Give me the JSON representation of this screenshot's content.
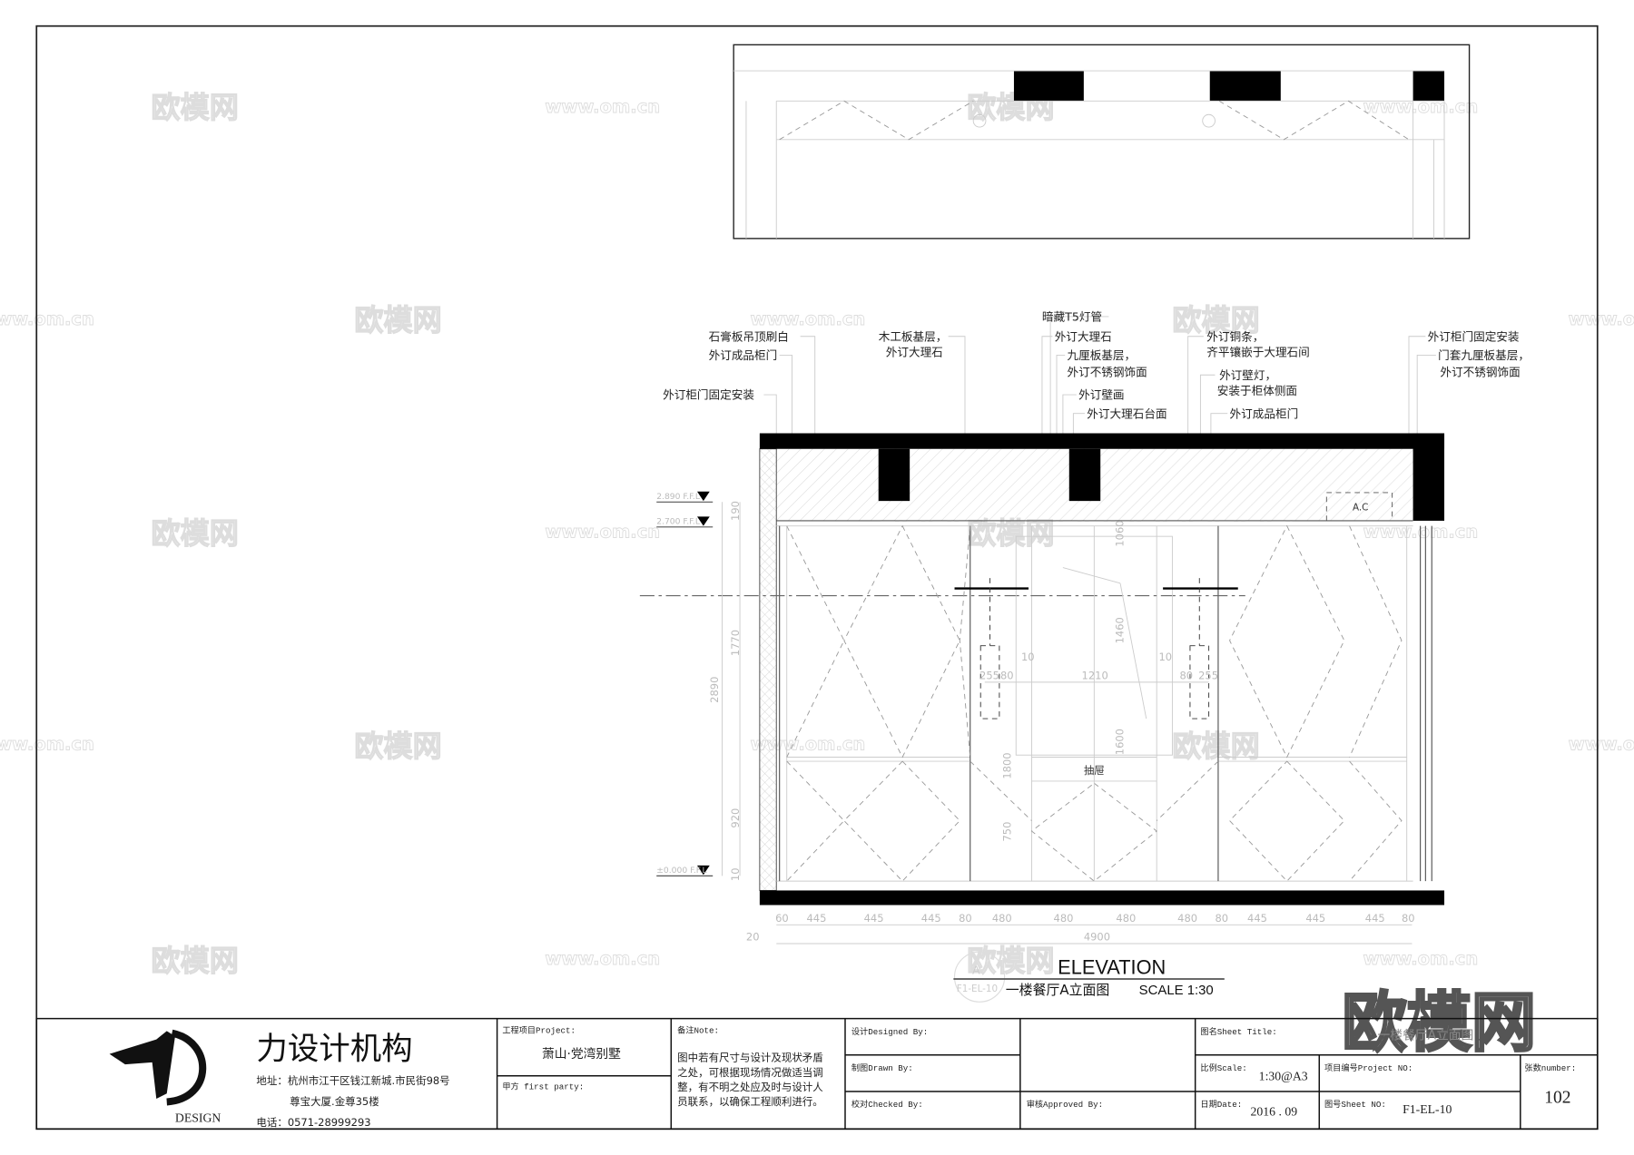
{
  "drawing": {
    "title": "ELEVATION",
    "subtitle": "一楼餐厅A立面图",
    "scale_label": "SCALE  1:30",
    "callout_letter": "A",
    "callout_sheet": "F1-EL-10",
    "annotations": [
      "石膏板吊顶刷白",
      "外订成品柜门",
      "外订柜门固定安装",
      "木工板基层，",
      "外订大理石",
      "暗藏T5灯管",
      "外订大理石",
      "九厘板基层，",
      "外订不锈钢饰面",
      "外订壁画",
      "外订大理石台面",
      "外订铜条，",
      "齐平镶嵌于大理石间",
      "外订壁灯，",
      "安装于柜体侧面",
      "外订成品柜门",
      "外订柜门固定安装",
      "门套九厘板基层，",
      "外订不锈钢饰面"
    ],
    "levels": [
      "2.890 F.F.L",
      "2.700 F.F.L",
      "±0.000 F.F.L"
    ],
    "vertical_dims": [
      "190",
      "1770",
      "2890",
      "920",
      "10"
    ],
    "horizontal_dims": [
      "60",
      "445",
      "445",
      "445",
      "80",
      "480",
      "480",
      "480",
      "480",
      "80",
      "445",
      "445",
      "445",
      "80"
    ],
    "overall_dim": "4900",
    "offset_dim": "20",
    "inner_dims": {
      "d1060": "1060",
      "d1460": "1460",
      "d1210": "1210",
      "d255a": "255",
      "d80a": "80",
      "d10a": "10",
      "d10b": "10",
      "d80b": "80",
      "d255b": "255",
      "d1600": "1600",
      "d1800": "1800",
      "d750": "750"
    },
    "drawer_label": "抽屉",
    "ac_label": "A.C"
  },
  "title_block": {
    "company": "力设计机构",
    "logo_text": "DESIGN",
    "address_1": "地址：杭州市江干区钱江新城.市民街98号",
    "address_2": "尊宝大厦.金尊35楼",
    "phone": "电话：0571-28999293",
    "project_caption": "工程项目Project:",
    "project_value": "萧山·党湾别墅",
    "party_caption": "甲方 first party:",
    "note_caption": "备注Note:",
    "note_lines": [
      "图中若有尺寸与设计及现状矛盾",
      "之处，可根据现场情况做适当调",
      "整，有不明之处应及时与设计人",
      "员联系，以确保工程顺利进行。"
    ],
    "designed_caption": "设计Designed By:",
    "drawn_caption": "制图Drawn By:",
    "checked_caption": "校对Checked By:",
    "approved_caption": "审核Approved By:",
    "sheet_title_caption": "图名Sheet Title:",
    "sheet_title_value": "一楼餐厅A立面图",
    "scale_caption": "比例Scale:",
    "scale_value": "1:30@A3",
    "project_no_caption": "项目编号Project NO:",
    "number_caption": "张数number:",
    "number_value": "102",
    "date_caption": "日期Date:",
    "date_value": "2016 . 09",
    "sheet_no_caption": "图号Sheet NO:",
    "sheet_no_value": "F1-EL-10"
  },
  "watermarks": {
    "brand": "欧模网",
    "url": "www.om.cn"
  }
}
